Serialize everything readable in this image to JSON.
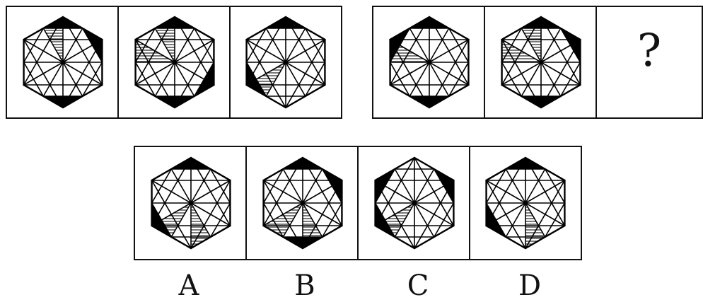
{
  "puzzle": {
    "question_mark": "?",
    "group1": [
      {
        "black": [
          1,
          3,
          6
        ],
        "hatch": [
          5
        ]
      },
      {
        "black": [
          2,
          3,
          6
        ],
        "hatch": [
          4,
          5
        ]
      },
      {
        "black": [
          0,
          4,
          6
        ],
        "hatch": [
          3
        ]
      }
    ],
    "group2": [
      {
        "black": [
          0,
          3,
          5
        ],
        "hatch": [
          4
        ]
      },
      {
        "black": [
          1,
          3,
          6
        ],
        "hatch": [
          4,
          5
        ]
      }
    ],
    "options": [
      {
        "label": "A",
        "black": [
          0,
          4,
          6
        ],
        "hatch": [
          2,
          3
        ]
      },
      {
        "label": "B",
        "black": [
          1,
          3,
          6
        ],
        "hatch": [
          2,
          3
        ]
      },
      {
        "label": "C",
        "black": [
          1,
          4,
          5
        ],
        "hatch": [
          3
        ]
      },
      {
        "label": "D",
        "black": [
          0,
          4,
          6
        ],
        "hatch": [
          2
        ]
      }
    ]
  }
}
